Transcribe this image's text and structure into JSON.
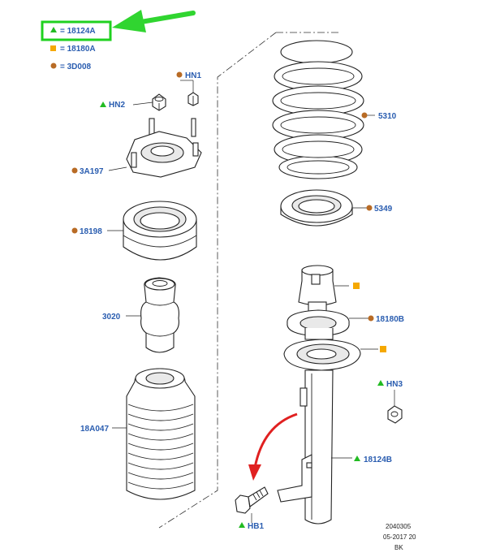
{
  "colors": {
    "label": "#2a5db0",
    "triangle_marker": "#22bb22",
    "square_marker": "#f5a800",
    "circle_marker": "#b86b25",
    "highlight_box": "#1fd11f",
    "pointer_arrow": "#30d530",
    "direction_arrow": "#e02020"
  },
  "legend": [
    {
      "marker": "triangle",
      "text": "= 18124A",
      "highlighted": true
    },
    {
      "marker": "square",
      "text": "= 18180A",
      "highlighted": false
    },
    {
      "marker": "circle",
      "text": "= 3D008",
      "highlighted": false
    }
  ],
  "parts": {
    "hn1": "HN1",
    "hn2": "HN2",
    "p3a197": "3A197",
    "p18198": "18198",
    "p3020": "3020",
    "p18a047": "18A047",
    "p5310": "5310",
    "p5349": "5349",
    "p18180b": "18180B",
    "hn3": "HN3",
    "p18124b": "18124B",
    "hb1": "HB1"
  },
  "footer": {
    "line1": "2040305",
    "line2": "05-2017 20",
    "line3": "BK"
  }
}
